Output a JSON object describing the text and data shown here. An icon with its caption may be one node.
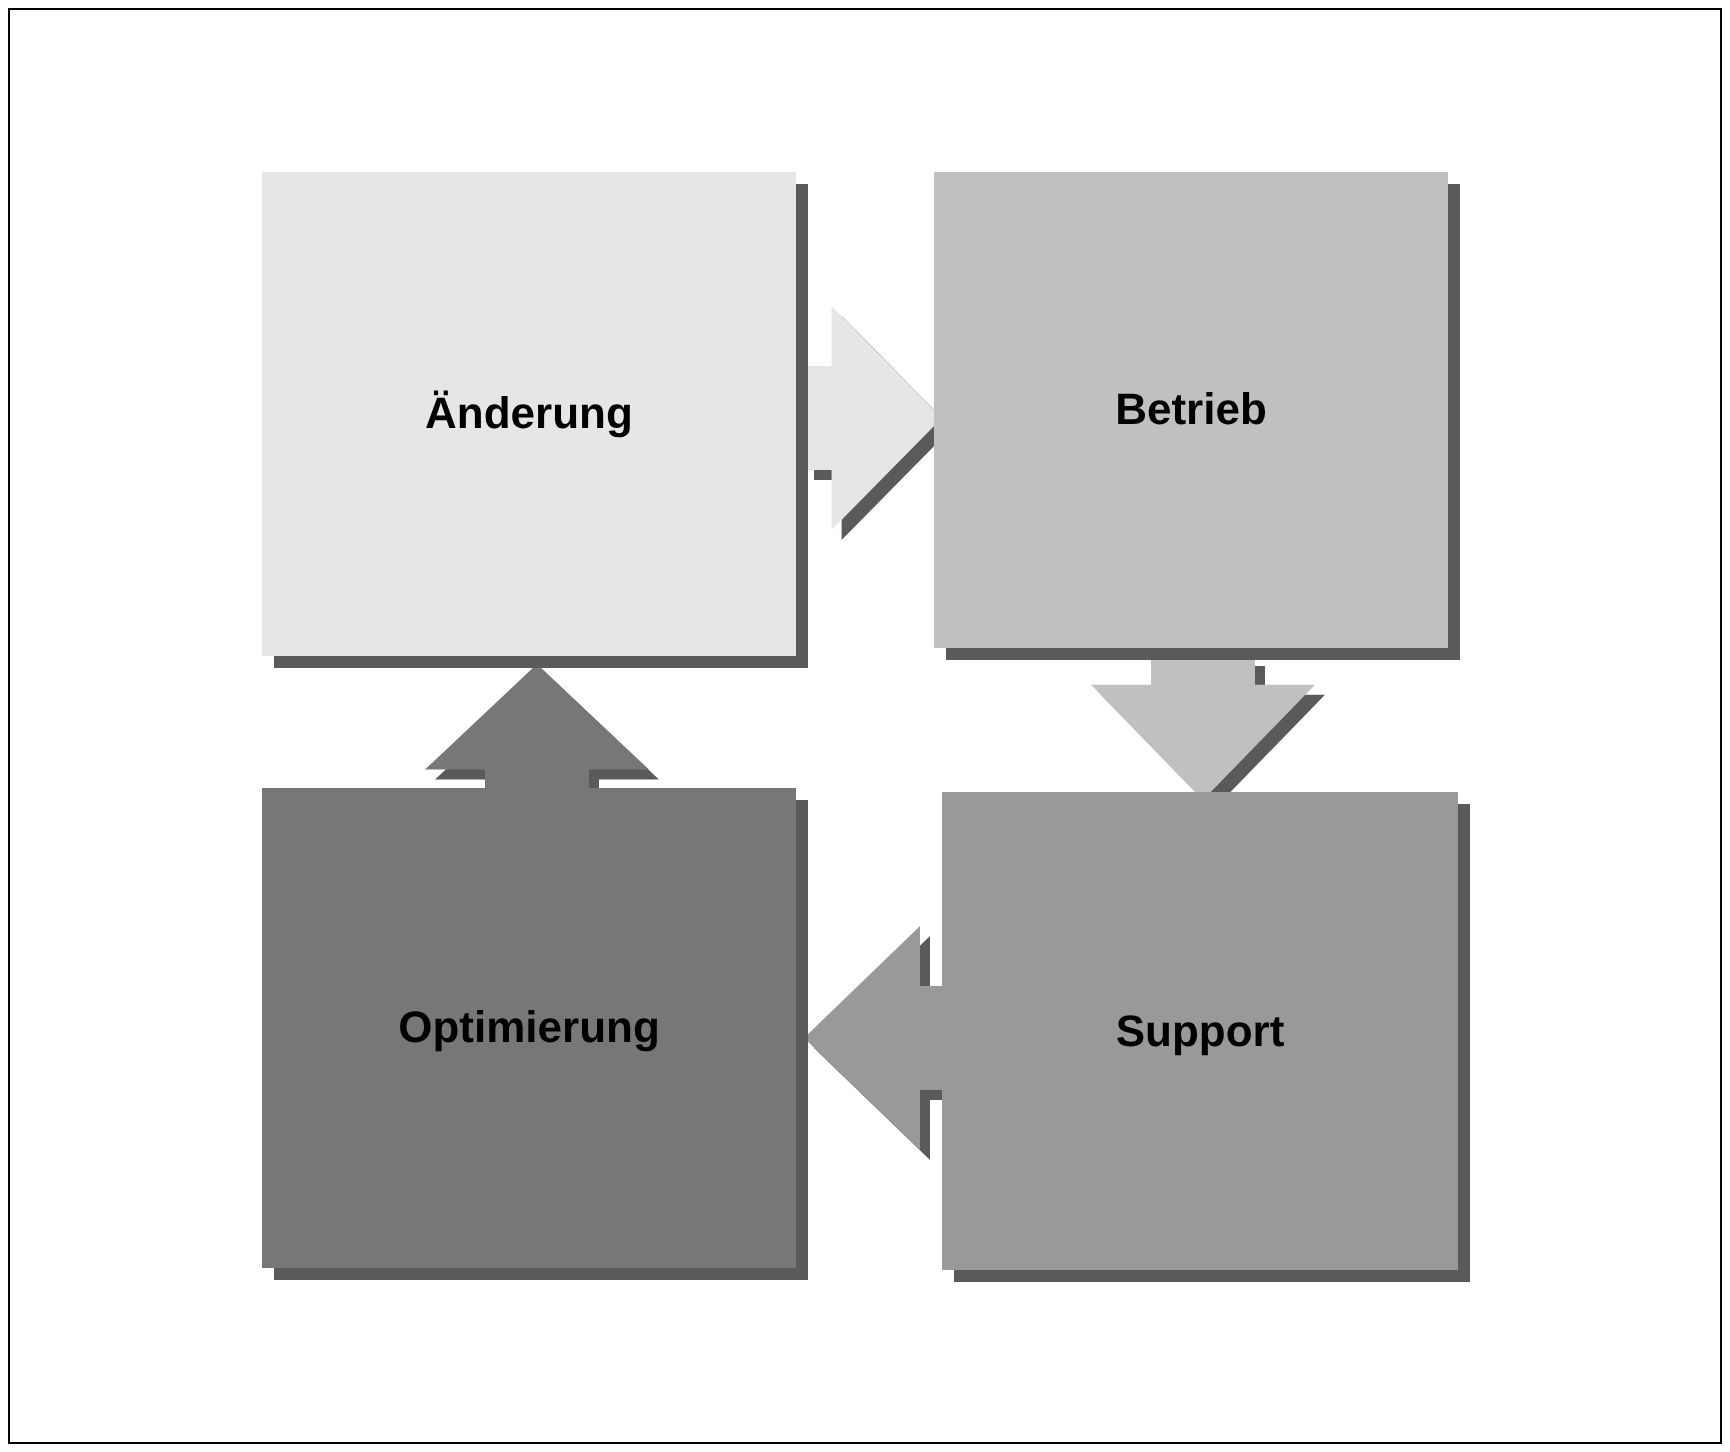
{
  "diagram": {
    "nodes": [
      {
        "text": [
          "Änderung"
        ]
      },
      {
        "text": [
          "Betrieb"
        ]
      },
      {
        "text": [
          "Optimierung"
        ]
      },
      {
        "text": [
          "Support"
        ]
      }
    ],
    "edges": [
      {
        "from": 0,
        "to": 1,
        "arrow": "to",
        "color": "#e6e6e6"
      },
      {
        "from": 1,
        "to": 3,
        "arrow": "to",
        "color": "#c0c0c0"
      },
      {
        "from": 3,
        "to": 2,
        "arrow": "to",
        "color": "#999999"
      },
      {
        "from": 2,
        "to": 0,
        "arrow": "to",
        "color": "#777777"
      }
    ]
  }
}
